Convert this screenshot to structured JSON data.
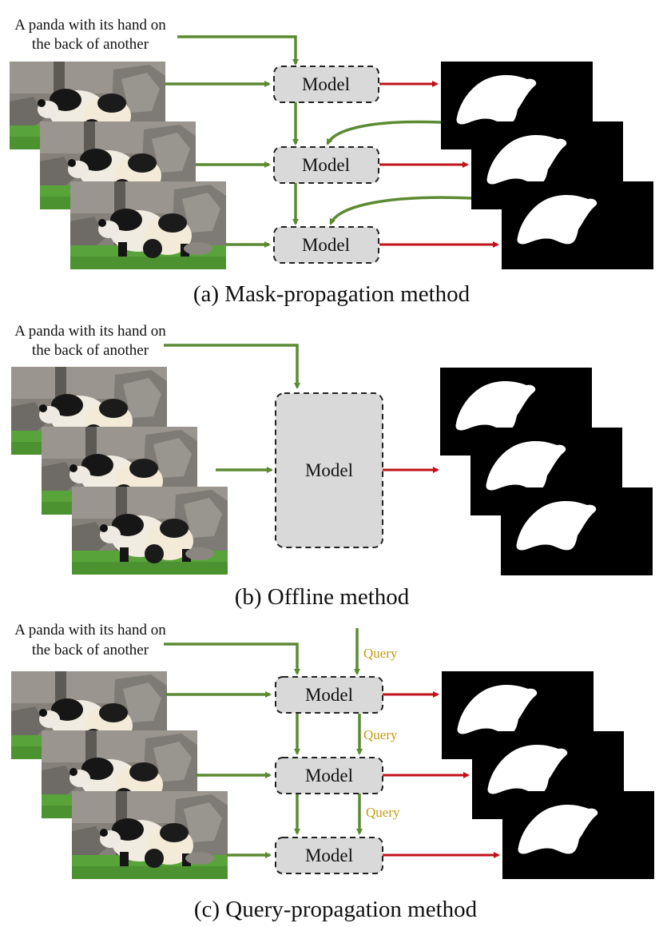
{
  "sections": [
    {
      "id": "a",
      "prompt_lines": [
        "A panda with its hand on",
        "the back of another"
      ],
      "model_label": "Model",
      "caption": "(a) Mask-propagation method"
    },
    {
      "id": "b",
      "prompt_lines": [
        "A panda with its hand on",
        "the back of another"
      ],
      "model_label": "Model",
      "caption": "(b) Offline method"
    },
    {
      "id": "c",
      "prompt_lines": [
        "A panda with its hand on",
        "the back of another"
      ],
      "model_label": "Model",
      "query_label": "Query",
      "caption": "(c) Query-propagation method"
    }
  ],
  "colors": {
    "input_arrow": "#5b8a32",
    "output_arrow": "#c0121a",
    "model_fill": "#d9d9d9",
    "query_text": "#c49a12",
    "mask_background": "#000000",
    "mask_foreground": "#ffffff"
  }
}
